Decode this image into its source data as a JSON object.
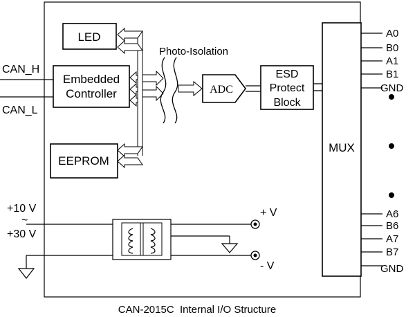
{
  "caption": "CAN-2015C  Internal I/O Structure",
  "blocks": {
    "led": "LED",
    "controller_line1": "Embedded",
    "controller_line2": "Controller",
    "eeprom": "EEPROM",
    "adc": "ADC",
    "esd_line1": "ESD",
    "esd_line2": "Protect",
    "esd_line3": "Block",
    "mux": "MUX"
  },
  "labels": {
    "photo_isolation": "Photo-Isolation",
    "can_h": "CAN_H",
    "can_l": "CAN_L",
    "supply_low": "+10 V",
    "supply_tilde": "~",
    "supply_high": "+30 V",
    "plus_v": "+ V",
    "minus_v": "- V"
  },
  "pins_top": [
    "A0",
    "B0",
    "A1",
    "B1",
    "GND"
  ],
  "pins_bottom": [
    "A6",
    "B6",
    "A7",
    "B7",
    "GND"
  ],
  "colors": {
    "line": "#000000",
    "arrow_fill": "#ffffff",
    "background": "#ffffff"
  }
}
